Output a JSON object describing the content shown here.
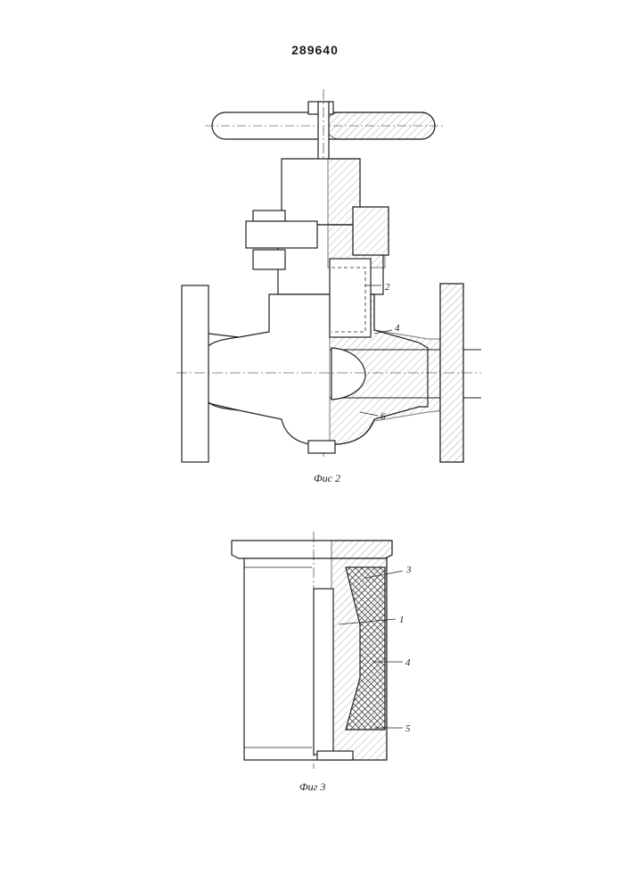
{
  "document": {
    "patent_number": "289640"
  },
  "figures": [
    {
      "caption": "Фис 2",
      "callouts": [
        "2",
        "4",
        "6"
      ]
    },
    {
      "caption": "Фиг 3",
      "callouts": [
        "3",
        "1",
        "4",
        "5"
      ]
    }
  ]
}
